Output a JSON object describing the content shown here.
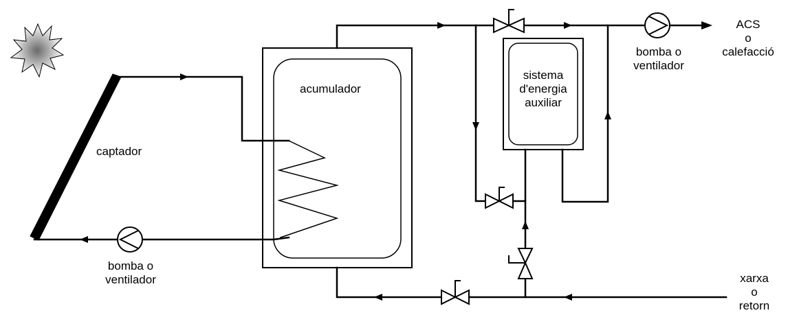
{
  "labels": {
    "captador": "captador",
    "acumulador": "acumulador",
    "auxiliary_line1": "sistema",
    "auxiliary_line2": "d'energia",
    "auxiliary_line3": "auxiliar",
    "pump_top_line1": "bomba o",
    "pump_top_line2": "ventilador",
    "pump_bottom_line1": "bomba o",
    "pump_bottom_line2": "ventilador",
    "outlet_line1": "ACS",
    "outlet_line2": "o",
    "outlet_line3": "calefacció",
    "inlet_line1": "xarxa",
    "inlet_line2": "o",
    "inlet_line3": "retorn"
  },
  "icons": {
    "sun": "sun-icon",
    "pump": "pump-icon",
    "valve": "valve-icon",
    "flow_arrow": "arrow-icon"
  }
}
